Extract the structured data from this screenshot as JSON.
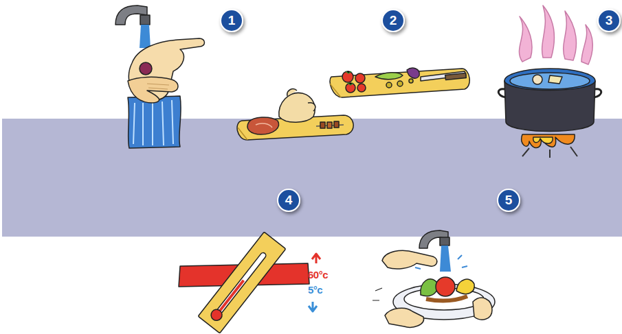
{
  "diagram": {
    "nodes": [
      {
        "text": [
          "1"
        ]
      },
      {
        "text": [
          "2"
        ]
      },
      {
        "text": [
          "3"
        ]
      },
      {
        "text": [
          "4"
        ]
      },
      {
        "text": [
          "5"
        ]
      }
    ],
    "labels": [
      "60°c",
      "5°c"
    ]
  }
}
